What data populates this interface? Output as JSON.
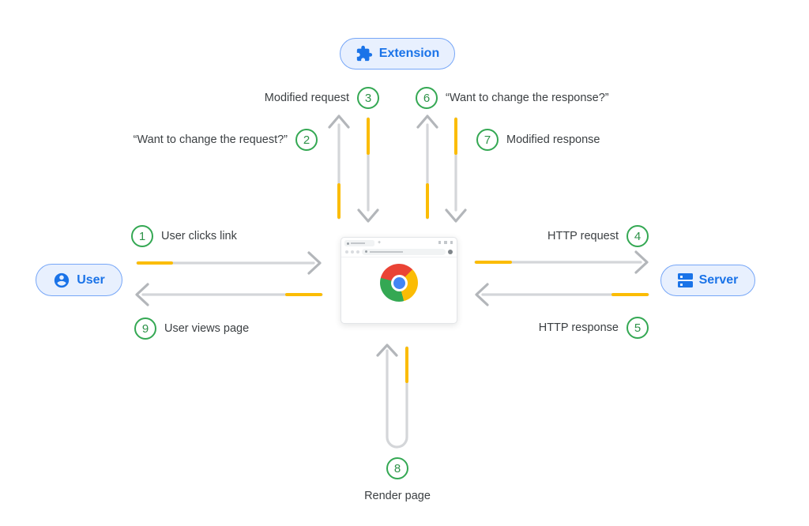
{
  "nodes": {
    "extension": {
      "label": "Extension",
      "icon": "puzzle-icon"
    },
    "user": {
      "label": "User",
      "icon": "account-circle-icon"
    },
    "server": {
      "label": "Server",
      "icon": "dns-server-icon"
    }
  },
  "browser": {
    "icon": "chrome-logo"
  },
  "steps": [
    {
      "num": "1",
      "label": "User clicks link"
    },
    {
      "num": "2",
      "label": "“Want to change the request?”"
    },
    {
      "num": "3",
      "label": "Modified request"
    },
    {
      "num": "4",
      "label": "HTTP request"
    },
    {
      "num": "5",
      "label": "HTTP response"
    },
    {
      "num": "6",
      "label": "“Want to change the response?”"
    },
    {
      "num": "7",
      "label": "Modified response"
    },
    {
      "num": "8",
      "label": "Render page"
    },
    {
      "num": "9",
      "label": "User views page"
    }
  ],
  "colors": {
    "accent_blue": "#1a73e8",
    "pill_bg": "#e8f0fe",
    "pill_border": "#76a6f7",
    "step_green": "#34a853",
    "label_text": "#3c4043",
    "arrow_gray": "#d4d6d9",
    "arrowhead_gray": "#b3b6ba",
    "highlight_orange": "#fbbc04",
    "chrome_red": "#ea4335",
    "chrome_yellow": "#fbbc05",
    "chrome_green": "#34a853",
    "chrome_blue": "#4285f4"
  }
}
